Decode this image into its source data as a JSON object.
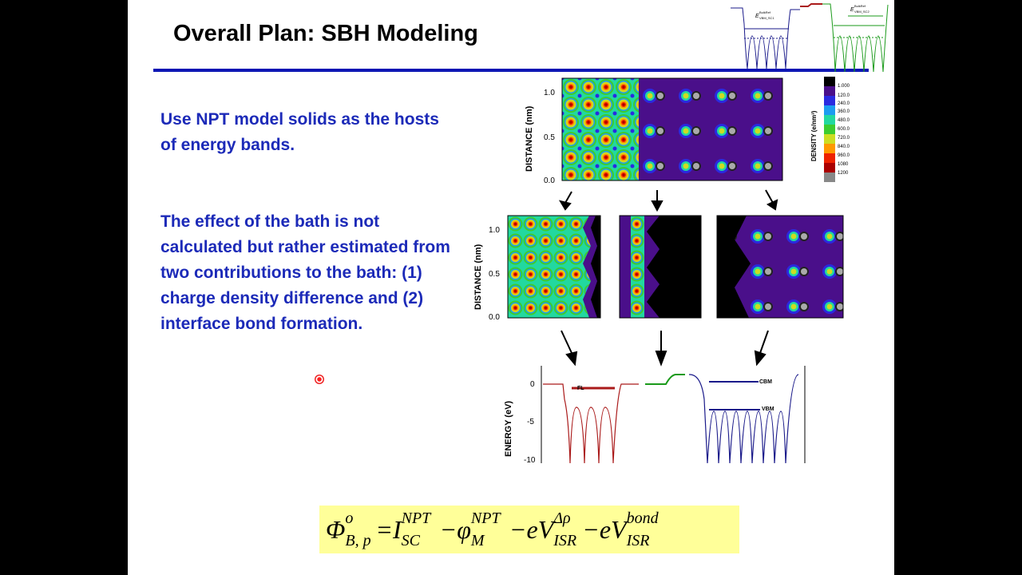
{
  "slide": {
    "title": "Overall Plan: SBH Modeling",
    "paragraph1": "Use NPT model solids as the hosts of energy bands.",
    "paragraph2": "The effect of the bath is not calculated but rather estimated from two  contributions to the bath: (1) charge density difference and (2) interface bond formation."
  },
  "density_chart": {
    "ylabel": "DISTANCE (nm)",
    "yticks": [
      "1.0",
      "0.5",
      "0.0"
    ],
    "colorbar_label": "DENSITY (e/nm³)",
    "colorbar_values": [
      "1.000",
      "120.0",
      "240.0",
      "360.0",
      "480.0",
      "600.0",
      "720.0",
      "840.0",
      "960.0",
      "1080",
      "1200"
    ],
    "colors": [
      "#000000",
      "#4a0f8a",
      "#2a2ae0",
      "#1c9cf0",
      "#22d8a0",
      "#3ccc30",
      "#ccdd22",
      "#ff9900",
      "#ee2200",
      "#aa0000",
      "#700000",
      "#888888"
    ]
  },
  "lower_density": {
    "ylabel": "DISTANCE (nm)",
    "yticks": [
      "1.0",
      "0.5",
      "0.0"
    ]
  },
  "energy_chart": {
    "ylabel": "ENERGY (eV)",
    "yticks": [
      "0",
      "-5",
      "-10"
    ],
    "labels": {
      "fl": "FL",
      "cbm": "CBM",
      "vbm": "VBM"
    },
    "colors": {
      "metal": "#aa1a1a",
      "interface": "#1a9a1a",
      "semiconductor": "#1a1a8a"
    }
  },
  "thumbnail": {
    "label_left": "E",
    "label_left_sup": "BulkRef",
    "label_left_sub": "VBM_SC1",
    "label_right": "E",
    "label_right_sup": "BulkRef",
    "label_right_sub": "VBM_SC2"
  },
  "formula": {
    "phi": "Φ",
    "phi_sup": "o",
    "phi_sub": "B, p",
    "eq": " = ",
    "I": "I",
    "I_sup": "NPT",
    "I_sub": "SC",
    "minus": " − ",
    "small_phi": "φ",
    "phi_m_sup": "NPT",
    "phi_m_sub": "M",
    "eV": "eV",
    "v1_sup": "Δρ",
    "v1_sub": "ISR",
    "v2_sup": "bond",
    "v2_sub": "ISR"
  }
}
